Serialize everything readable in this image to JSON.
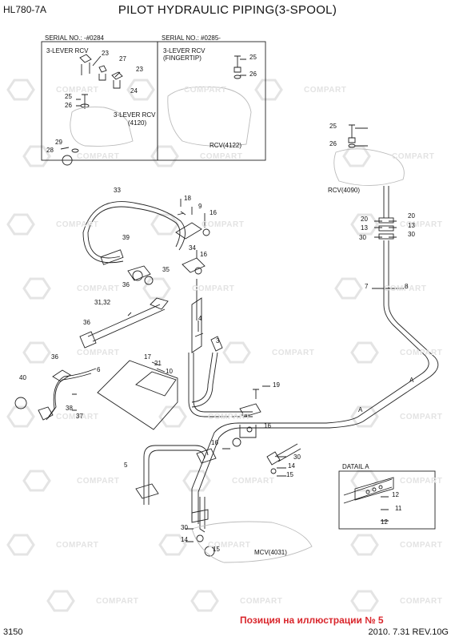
{
  "header": {
    "model": "HL780-7A",
    "title": "PILOT HYDRAULIC PIPING(3-SPOOL)"
  },
  "inset_left": {
    "serial": "SERIAL NO.: -#0284",
    "rcv_top": "3-LEVER RCV",
    "rcv_bottom": "3-LEVER RCV",
    "rcv_bottom_code": "(4120)"
  },
  "inset_right": {
    "serial": "SERIAL NO.: #0285-",
    "rcv_line1": "3-LEVER RCV",
    "rcv_line2": "(FINGERTIP)",
    "rcv_code": "RCV(4122)"
  },
  "labels": {
    "rcv_4090": "RCV(4090)",
    "mcv_4031": "MCV(4031)",
    "detail_a": "DATAIL A",
    "a1": "A",
    "a2": "A"
  },
  "callouts": [
    "23",
    "27",
    "23",
    "24",
    "25",
    "26",
    "29",
    "28",
    "25",
    "26",
    "25",
    "26",
    "20",
    "13",
    "30",
    "20",
    "13",
    "30",
    "7",
    "8",
    "33",
    "18",
    "9",
    "16",
    "39",
    "34",
    "16",
    "35",
    "36",
    "31,32",
    "36",
    "4",
    "3",
    "17",
    "21",
    "10",
    "6",
    "36",
    "19",
    "40",
    "38",
    "37",
    "16",
    "16",
    "14",
    "30",
    "15",
    "5",
    "12",
    "11",
    "12",
    "30",
    "14",
    "15"
  ],
  "watermark": "COMPART",
  "footer": {
    "page_number": "3150",
    "position_note": "Позиция на иллюстрации № 5",
    "revision": "2010. 7.31  REV.10G"
  }
}
